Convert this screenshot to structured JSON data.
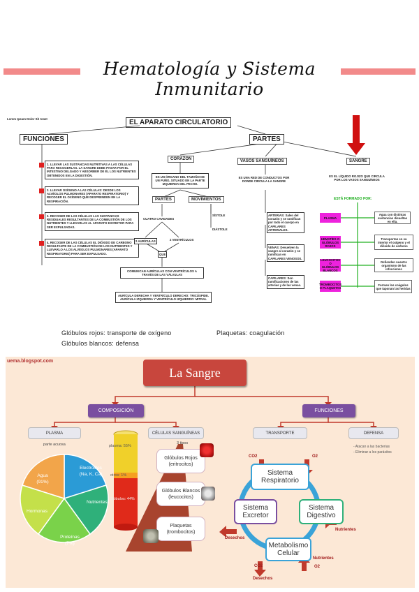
{
  "header": {
    "title": "Hematología y Sistema Inmunitario"
  },
  "map1": {
    "credit": "Lorem Ipsum Dolor Sit Amet",
    "title": "EL APARATO CIRCULATORIO",
    "funciones": "FUNCIONES",
    "partes": "PARTES",
    "funcs": [
      "1. LLEVAR LAS SUSTANCIAS NUTRITIVAS A LAS CÉLULAS PARA RECOGERLAS. LA SANGRE DEBE PASAR POR EL INTESTINO DELGADO Y ABSORBER DE ÉL LOS NUTRIENTES OBTENIDOS EN LA DIGESTIÓN.",
      "2. LLEVAR OXÍGENO A LAS CÉLULAS: DESDE LOS ALVÉOLOS PULMONARES (APARATO RESPIRATORIO) Y RECOGER EL OXÍGENO QUE DESPRENDEN EN LA RESPIRACIÓN.",
      "3. RECOGER DE LAS CÉLULAS LAS SUSTANCIAS RESIDUALES RESULTANTES DE LA COMBUSTIÓN DE LOS NUTRIENTES Y LLEVARLAS AL APARATO EXCRETOR PARA SER EXPULSADAS.",
      "4. RECOGER DE LAS CÉLULAS EL DIÓXIDO DE CARBONO RESULTANTE DE LA COMBUSTIÓN DE LOS NUTRIENTES Y LLEVARLO A LOS ALVÉOLOS PULMONARES (APARATO RESPIRATORIO) PARA SER EXPULSADO."
    ],
    "corazon": "CORAZÓN",
    "corazon_desc": "ES UN ÓRGANO DEL TAMAÑO DE UN PUÑO, SITUADO EN LA PARTE IZQUIERDA DEL PECHO.",
    "partes2": "PARTES",
    "movimientos": "MOVIMIENTOS",
    "cavidades": "CUATRO CAVIDADES",
    "sistole": "SÍSTOLE",
    "diastole": "DIÁSTOLE",
    "auriculas": "2 AURÍCULAS",
    "ventriculos": "2 VENTRÍCULOS",
    "que": "QUE",
    "comunican": "COMUNICAN AURÍCULAS CON VENTRÍCULOS A TRAVÉS DE LAS VÁLVULAS",
    "valvulas": "AURÍCULA DERECHA Y VENTRÍCULO DERECHO: TRICÚSPIDE. AURÍCULA IZQUIERDA Y VENTRÍCULO IZQUIERDO: MITRAL",
    "vasos": "VASOS SANGUÍNEOS",
    "vasos_desc": "ES UNA RED DE CONDUCTOS POR DONDE CIRCULA LA SANGRE",
    "arterias": "ARTERIAS: Salen del corazón y se ramifican por todo el cuerpo en CAPILARES ARTERIALES.",
    "venas": "VENAS: Devuelven la sangre al corazón y se ramifican en CAPILARES VENOSOS.",
    "capilares": "CAPILARES: Son ramificaciones de las arterias y de las venas.",
    "sangre": "SANGRE",
    "sangre_desc": "ES EL LÍQUIDO ROJIZO QUE CIRCULA POR LOS VASOS SANGUÍNEOS",
    "formado": "ESTÁ FORMADO POR:",
    "components": [
      {
        "name": "PLASMA",
        "desc": "Agua con distintas sustancias disueltas en ella."
      },
      {
        "name": "HEMATÍES O GLÓBULOS ROJOS",
        "desc": "Transportan en su interior el oxígeno y el dióxido de carbono"
      },
      {
        "name": "LEUCOCITOS O GLÓBULOS BLANCOS",
        "desc": "Defienden nuestro organismo de las infecciones"
      },
      {
        "name": "TROMBOCITOS O PLAQUETAS",
        "desc": "Forman los coágulos que taponan las heridas"
      }
    ]
  },
  "notes": {
    "rojos": "Glóbulos rojos: transporte de oxígeno",
    "plaquetas": "Plaquetas: coagulación",
    "blancos": "Glóbulos blancos: defensa"
  },
  "map2": {
    "watermark": "uema.blogspot.com",
    "title": "La Sangre",
    "composicion": "COMPOSICIÓN",
    "funciones": "FUNCIONES",
    "plasma": "PLASMA",
    "parte_acuosa": "parte acuosa",
    "celulas": "CÉLULAS SANGUÍNEAS",
    "tipos": "3 tipos",
    "transporte": "TRANSPORTE",
    "defensa": "DEFENSA",
    "defensa_items": [
      "- Atacan a las bacterias",
      "- Eliminar a los parásitos"
    ],
    "pie": [
      {
        "label": "Electrolitos (Na, K, Ca)",
        "color": "#2b9bd6"
      },
      {
        "label": "Nutrientes",
        "color": "#2fb07a"
      },
      {
        "label": "Proteínas (7%)",
        "color": "#7ad24a"
      },
      {
        "label": "Hormonas",
        "color": "#c4e04a"
      },
      {
        "label": "Agua (91%)",
        "color": "#f2a54a"
      }
    ],
    "tube": [
      {
        "label": "plasma: 55%",
        "color": "#f0d02a"
      },
      {
        "label": "otros: 1%",
        "color": "#f5a020"
      },
      {
        "label": "Glóbulos: 44%",
        "color": "#e02a1a"
      }
    ],
    "cells": [
      {
        "name": "Glóbulos Rojos",
        "sub": "(eritrocitos)"
      },
      {
        "name": "Glóbulos Blancos",
        "sub": "(leucocitos)"
      },
      {
        "name": "Plaquetas",
        "sub": "(trombocitos)"
      }
    ],
    "systems": {
      "resp": "Sistema Respiratorio",
      "exc": "Sistema Excretor",
      "dig": "Sistema Digestivo",
      "met": "Metabolismo Celular"
    },
    "arrows": {
      "co2_top": "CO2",
      "o2_top": "O2",
      "desechos_left": "Desechos",
      "nutrientes_right": "Nutrientes",
      "co2_bottom": "CO2",
      "desechos_bottom": "Desechos",
      "nutrientes_bottom": "Nutrientes",
      "o2_bottom": "O2"
    }
  }
}
